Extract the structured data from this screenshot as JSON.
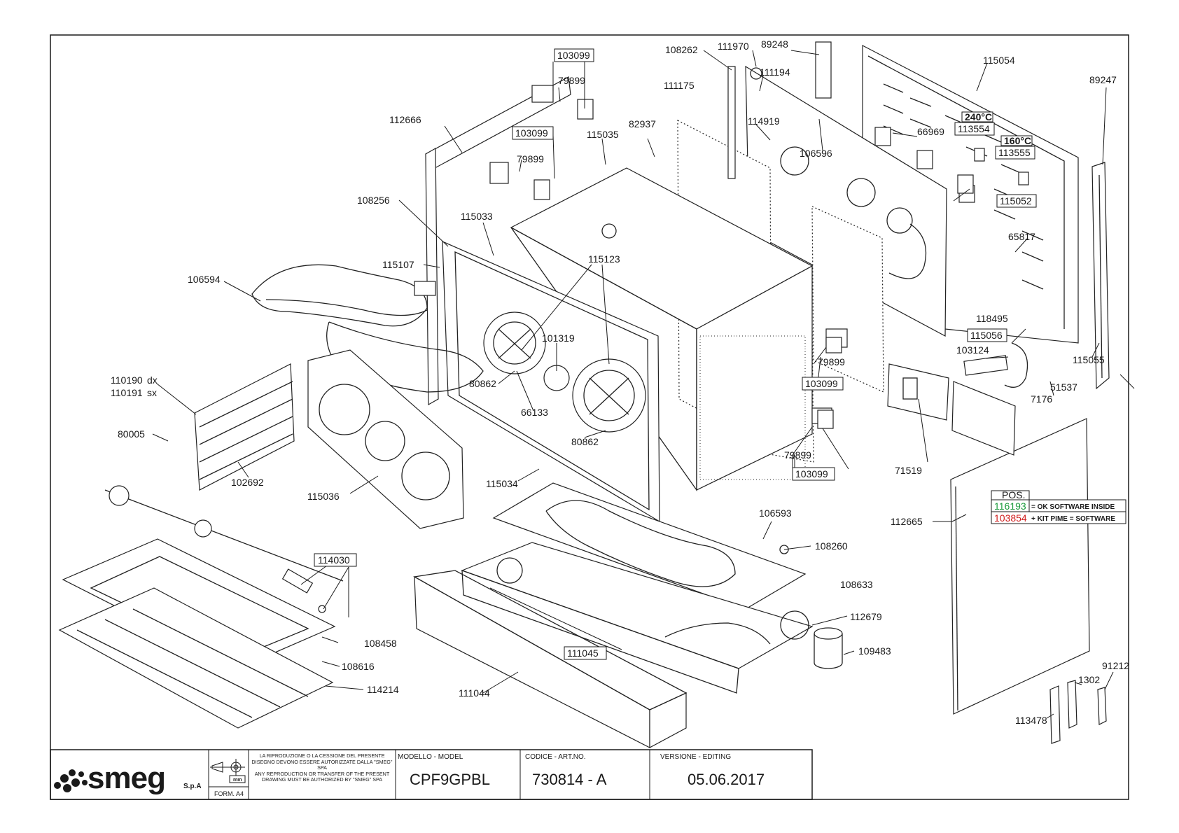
{
  "brand": {
    "logo_text": "smeg",
    "suffix": "S.p.A",
    "colors": {
      "ink": "#1a1a1a",
      "green": "#1a9a3a",
      "red": "#d01c1c"
    }
  },
  "title_block": {
    "format": "FORM. A4",
    "copyright_it": "LA RIPRODUZIONE O LA CESSIONE DEL PRESENTE DISEGNO DEVONO ESSERE AUTORIZZATE DALLA \"SMEG\" SPA",
    "copyright_en": "ANY REPRODUCTION OR TRANSFER OF THE PRESENT DRAWING MUST BE AUTHORIZED BY \"SMEG\" SPA",
    "unit": "mm",
    "model_label": "MODELLO - MODEL",
    "model": "CPF9GPBL",
    "code_label": "CODICE - ART.NO.",
    "code": "730814 - A",
    "version_label": "VERSIONE - EDITING",
    "version": "05.06.2017"
  },
  "legend": {
    "header": "POS.",
    "rows": [
      {
        "code": "116193",
        "text": "= OK SOFTWARE INSIDE",
        "color": "#1a9a3a"
      },
      {
        "code": "103854",
        "text": "+ KIT PIME = SOFTWARE",
        "color": "#d01c1c"
      }
    ]
  },
  "labels": {
    "l103099a": "103099",
    "l79899a": "79899",
    "l112666": "112666",
    "l103099b": "103099",
    "l79899b": "79899",
    "l115035": "115035",
    "l82937": "82937",
    "l108262": "108262",
    "l111970": "111970",
    "l89248": "89248",
    "l111194": "111194",
    "l111175": "111175",
    "l114919": "114919",
    "l106596": "106596",
    "l66969": "66969",
    "l115054": "115054",
    "l89247": "89247",
    "l240": "240°C",
    "l113554": "113554",
    "l160": "160°C",
    "l113555": "113555",
    "l115052": "115052",
    "l108256": "108256",
    "l115033": "115033",
    "l115107": "115107",
    "l115123": "115123",
    "l106594": "106594",
    "l101319": "101319",
    "l65817": "65817",
    "l118495": "118495",
    "l115056": "115056",
    "l103124": "103124",
    "l115055": "115055",
    "l51537": "51537",
    "l7176": "7176",
    "l79899c": "79899",
    "l103099c": "103099",
    "l110190": "110190",
    "l110190s": "dx",
    "l110191": "110191",
    "l110191s": "sx",
    "l80862a": "80862",
    "l66133": "66133",
    "l80862b": "80862",
    "l80005": "80005",
    "l102692": "102692",
    "l115036": "115036",
    "l115034": "115034",
    "l79899d": "79899",
    "l103099d": "103099",
    "l71519": "71519",
    "l112665": "112665",
    "l106593": "106593",
    "l108260": "108260",
    "l108633": "108633",
    "l114030": "114030",
    "l112679": "112679",
    "l108458": "108458",
    "l111045": "111045",
    "l109483": "109483",
    "l108616": "108616",
    "l114214": "114214",
    "l111044": "111044",
    "l91212": "91212",
    "l1302": "1302",
    "l113478": "113478"
  }
}
